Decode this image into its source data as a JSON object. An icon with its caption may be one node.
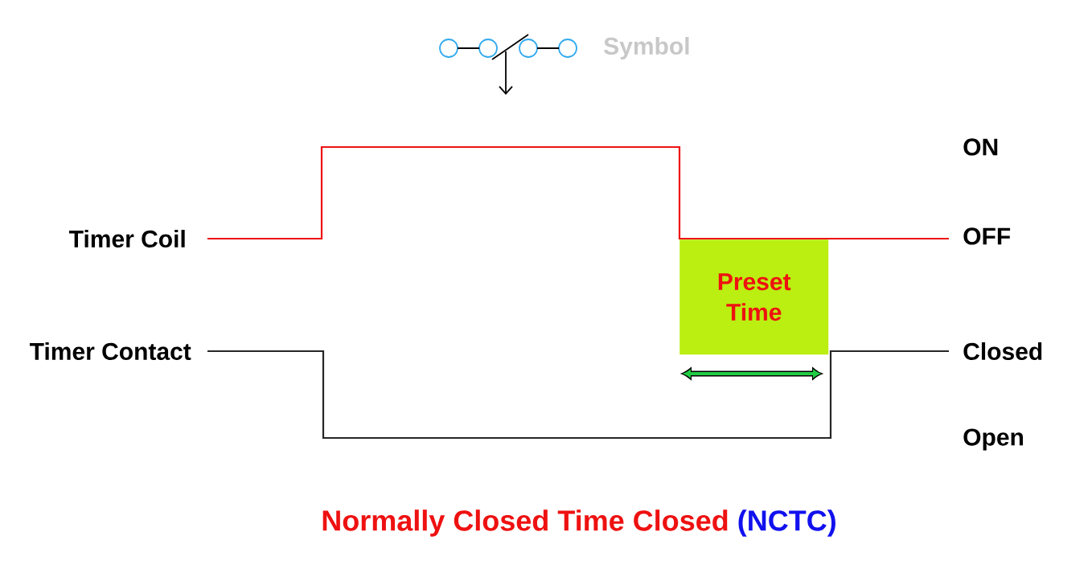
{
  "diagram": {
    "caption": "Normally Closed Time Closed",
    "nodes": [
      {
        "text": [
          "Preset Time"
        ]
      }
    ],
    "labels": [
      "Symbol",
      "ON",
      "Timer Coil",
      "OFF",
      "Timer Contact",
      "Closed",
      "Open",
      "(NCTC)"
    ]
  }
}
